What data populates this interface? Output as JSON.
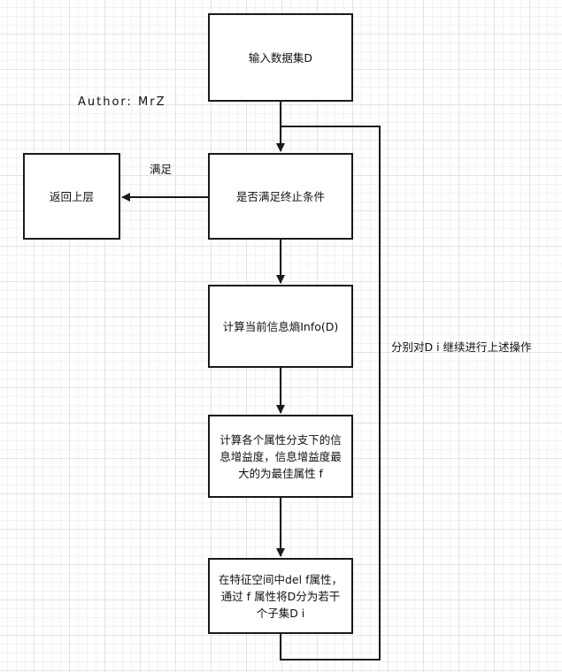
{
  "nodes": {
    "input": "输入数据集D",
    "check": "是否满足终止条件",
    "return": "返回上层",
    "entropy": "计算当前信息熵Info(D)",
    "gain": "计算各个属性分支下的信息增益度，信息增益度最大的为最佳属性 f",
    "split": "在特征空间中del f属性，通过 f 属性将D分为若干个子集D i"
  },
  "labels": {
    "author": "Author: MrZ",
    "satisfied": "满足",
    "loop": "分别对D i 继续进行上述操作"
  },
  "colors": {
    "stroke": "#1a1a1a",
    "grid": "#e3e3e3"
  }
}
